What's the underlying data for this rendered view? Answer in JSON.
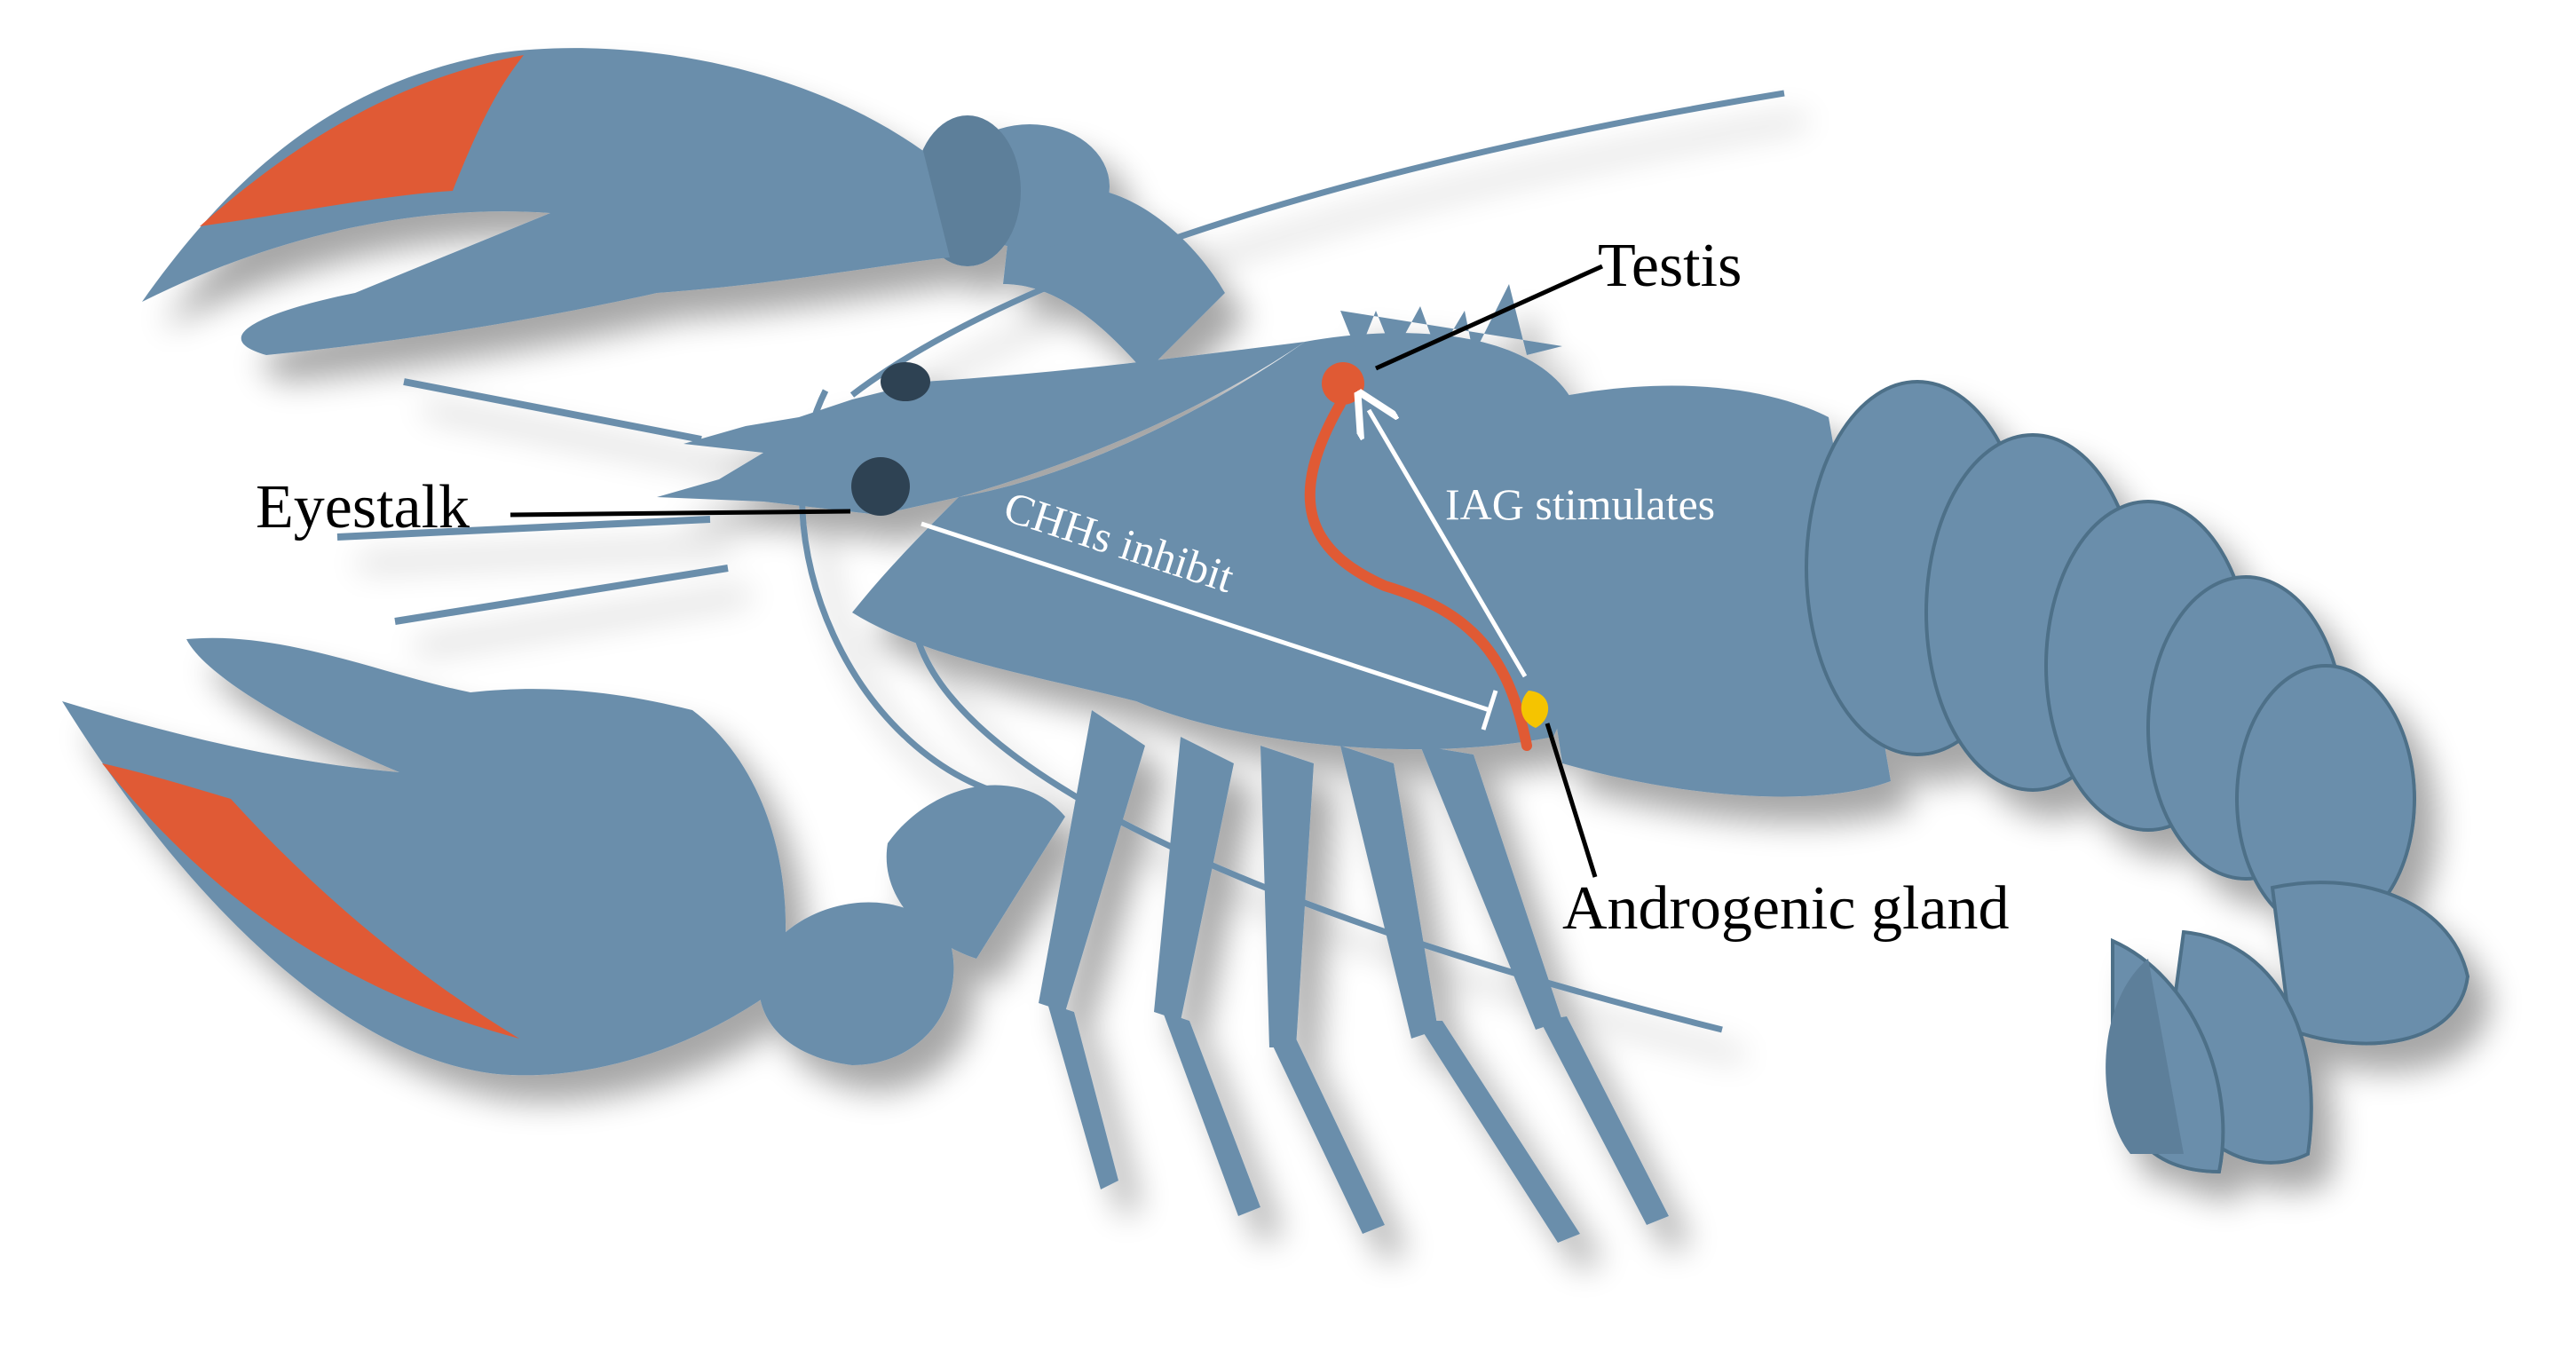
{
  "labels": {
    "testis": "Testis",
    "eyestalk": "Eyestalk",
    "androgenic_gland": "Androgenic gland",
    "chhs_inhibit": "CHHs inhibit",
    "iag_stimulates": "IAG stimulates"
  },
  "colors": {
    "body": "#6b8eab",
    "body_shade": "#4e6f88",
    "claw_tip": "#e05a34",
    "testis": "#e05a34",
    "gland": "#f5c400",
    "eye": "#2f4252",
    "arrow": "#ffffff",
    "label_text": "#000000"
  }
}
